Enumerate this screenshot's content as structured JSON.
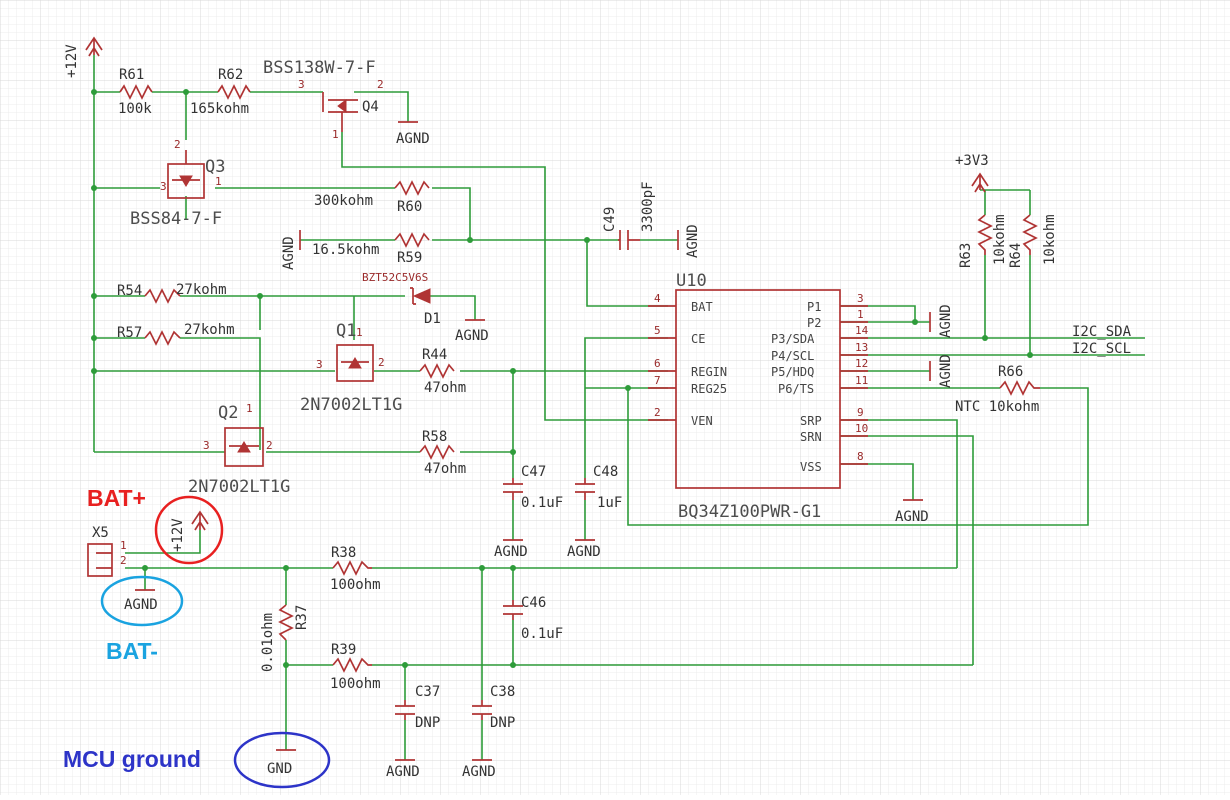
{
  "colors": {
    "wire": "#2e9c3a",
    "symbol": "#b03434",
    "grid": "#e3e3e3",
    "bat_plus": "#e82020",
    "bat_minus": "#1aa3e0",
    "mcu_ground": "#2d34c8"
  },
  "rails": {
    "v12": "+12V",
    "v3v3": "+3V3",
    "agnd": "AGND",
    "gnd": "GND"
  },
  "resistors": {
    "r61": {
      "ref": "R61",
      "value": "100k"
    },
    "r62": {
      "ref": "R62",
      "value": "165kohm"
    },
    "r60": {
      "ref": "R60",
      "value": "300kohm"
    },
    "r59": {
      "ref": "R59",
      "value": "16.5kohm"
    },
    "r54": {
      "ref": "R54",
      "value": "27kohm"
    },
    "r57": {
      "ref": "R57",
      "value": "27kohm"
    },
    "r44": {
      "ref": "R44",
      "value": "47ohm"
    },
    "r58": {
      "ref": "R58",
      "value": "47ohm"
    },
    "r38": {
      "ref": "R38",
      "value": "100ohm"
    },
    "r39": {
      "ref": "R39",
      "value": "100ohm"
    },
    "r37": {
      "ref": "R37",
      "value": "0.01ohm"
    },
    "r63": {
      "ref": "R63",
      "value": "10kohm"
    },
    "r64": {
      "ref": "R64",
      "value": "10kohm"
    },
    "r66": {
      "ref": "R66",
      "value": "NTC 10kohm"
    }
  },
  "capacitors": {
    "c49": {
      "ref": "C49",
      "value": "3300pF"
    },
    "c47": {
      "ref": "C47",
      "value": "0.1uF"
    },
    "c48": {
      "ref": "C48",
      "value": "1uF"
    },
    "c46": {
      "ref": "C46",
      "value": "0.1uF"
    },
    "c37": {
      "ref": "C37",
      "value": "DNP"
    },
    "c38": {
      "ref": "C38",
      "value": "DNP"
    }
  },
  "transistors": {
    "q4": {
      "ref": "Q4",
      "part": "BSS138W-7-F"
    },
    "q3": {
      "ref": "Q3",
      "part": "BSS84-7-F"
    },
    "q1": {
      "ref": "Q1",
      "part": "2N7002LT1G"
    },
    "q2": {
      "ref": "Q2",
      "part": "2N7002LT1G"
    }
  },
  "diode": {
    "ref": "D1",
    "part": "BZT52C5V6S"
  },
  "connector": {
    "ref": "X5",
    "pins": [
      "1",
      "2"
    ]
  },
  "ic": {
    "ref": "U10",
    "part": "BQ34Z100PWR-G1",
    "left_pins": [
      {
        "num": "4",
        "name": "BAT"
      },
      {
        "num": "5",
        "name": "CE"
      },
      {
        "num": "6",
        "name": "REGIN"
      },
      {
        "num": "7",
        "name": "REG25"
      },
      {
        "num": "2",
        "name": "VEN"
      }
    ],
    "right_pins": [
      {
        "num": "3",
        "name": "P1"
      },
      {
        "num": "1",
        "name": "P2"
      },
      {
        "num": "14",
        "name": "P3/SDA"
      },
      {
        "num": "13",
        "name": "P4/SCL"
      },
      {
        "num": "12",
        "name": "P5/HDQ"
      },
      {
        "num": "11",
        "name": "P6/TS"
      },
      {
        "num": "9",
        "name": "SRP"
      },
      {
        "num": "10",
        "name": "SRN"
      },
      {
        "num": "8",
        "name": "VSS"
      }
    ]
  },
  "nets": {
    "sda": "I2C_SDA",
    "scl": "I2C_SCL"
  },
  "annotations": {
    "bat_plus": "BAT+",
    "bat_minus": "BAT-",
    "mcu_ground": "MCU ground"
  },
  "pins": {
    "p1": "1",
    "p2": "2",
    "p3": "3"
  }
}
